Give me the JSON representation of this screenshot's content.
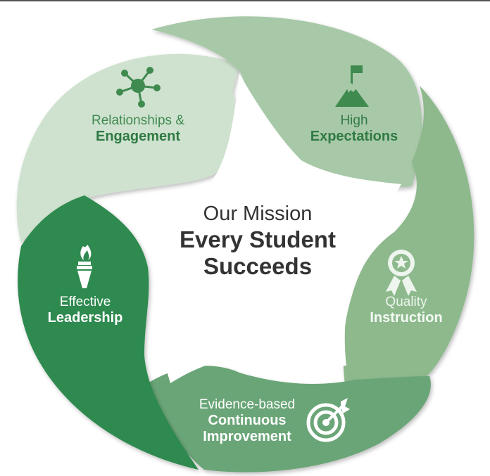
{
  "center": {
    "line1": "Our Mission",
    "line2": "Every Student",
    "line3": "Succeeds"
  },
  "segments": [
    {
      "id": "relationships",
      "line1": "Relationships &",
      "line2": "Engagement",
      "icon": "network-nodes-icon",
      "color": "#cfe2cf",
      "text_light": "#3f8a4f",
      "text_bold": "#2f7a44"
    },
    {
      "id": "expectations",
      "line1": "High",
      "line2": "Expectations",
      "icon": "mountain-flag-icon",
      "color": "#a8c9a8",
      "text_light": "#2f7a44",
      "text_bold": "#2f7a44"
    },
    {
      "id": "instruction",
      "line1": "Quality",
      "line2": "Instruction",
      "icon": "award-ribbon-icon",
      "color": "#8db98d",
      "text_light": "#eef5ee",
      "text_bold": "#f4f9f4"
    },
    {
      "id": "improvement",
      "line1": "Evidence-based",
      "line2": "Continuous",
      "line3": "Improvement",
      "icon": "target-arrow-icon",
      "color": "#6aa577",
      "text_light": "#ffffff",
      "text_bold": "#ffffff"
    },
    {
      "id": "leadership",
      "line1": "Effective",
      "line2": "Leadership",
      "icon": "torch-icon",
      "color": "#2f8a4f",
      "text_light": "#ffffff",
      "text_bold": "#ffffff"
    }
  ]
}
